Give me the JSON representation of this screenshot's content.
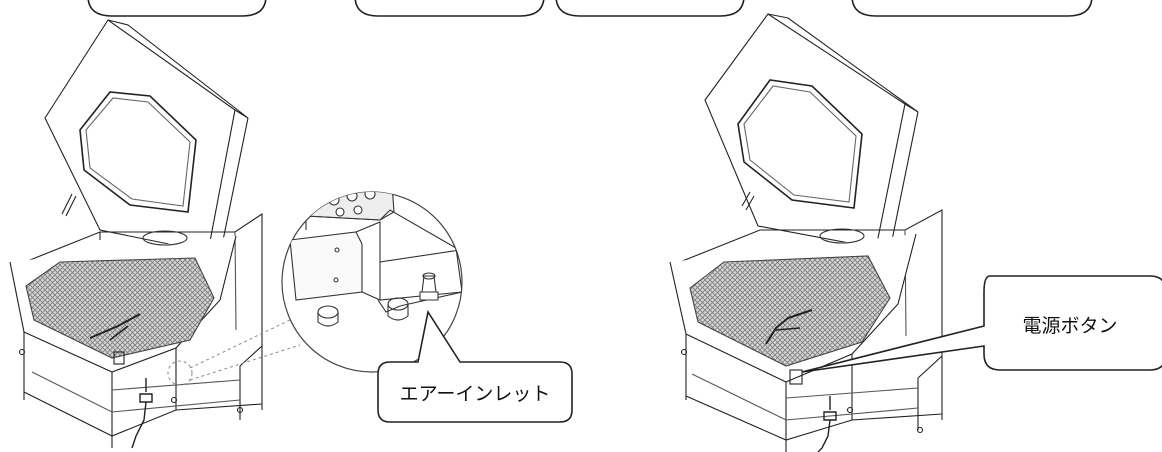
{
  "callouts": {
    "air_inlet": "エアーインレット",
    "power_button": "電源ボタン"
  },
  "colors": {
    "line": "#222222",
    "light_line": "#6a6a6a",
    "mesh": "#9a9a9a"
  },
  "icons": [
    "cabinet-illustration",
    "magnifier-circle",
    "callout-bubble"
  ]
}
